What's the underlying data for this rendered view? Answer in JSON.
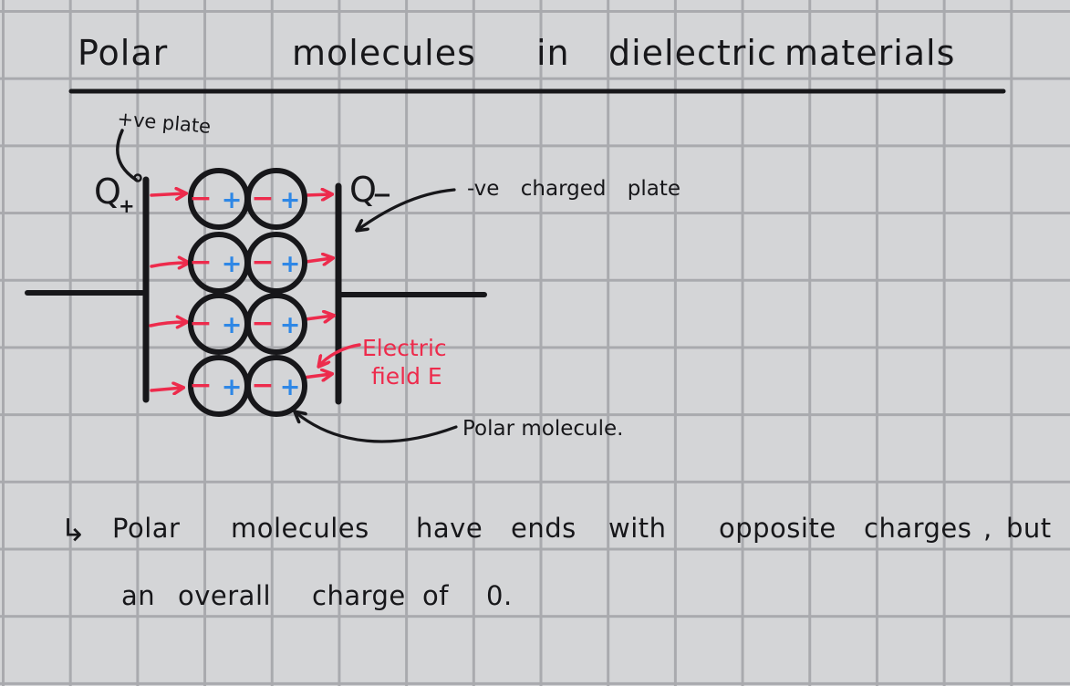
{
  "palette": {
    "background": "#d4d5d7",
    "grid_line": "#a9aaae",
    "ink": "#17171a",
    "red": "#ed2b4c",
    "blue": "#2e87e6"
  },
  "title": {
    "words": [
      "Polar",
      "molecules",
      "in",
      "dielectric",
      "materials"
    ]
  },
  "diagram": {
    "pos_plate_label": "+ve plate",
    "q_plus_letter": "Q",
    "q_plus_sign": "+",
    "q_minus_letter": "Q",
    "q_minus_sign": "−",
    "neg_plate_label": "-ve charged plate",
    "field_label_line1": "Electric",
    "field_label_line2": "field E",
    "molecule_pointer_label": "Polar molecule.",
    "molecule_minus": "−",
    "molecule_plus": "+",
    "molecule_rows": 4,
    "molecule_cols": 2
  },
  "notes": {
    "bullet_arrow": "↳",
    "line1_words": [
      "Polar",
      "molecules",
      "have",
      "ends",
      "with",
      "opposite",
      "charges",
      ",",
      "but"
    ],
    "line2_words": [
      "an",
      "overall",
      "charge",
      "of",
      "0."
    ]
  }
}
